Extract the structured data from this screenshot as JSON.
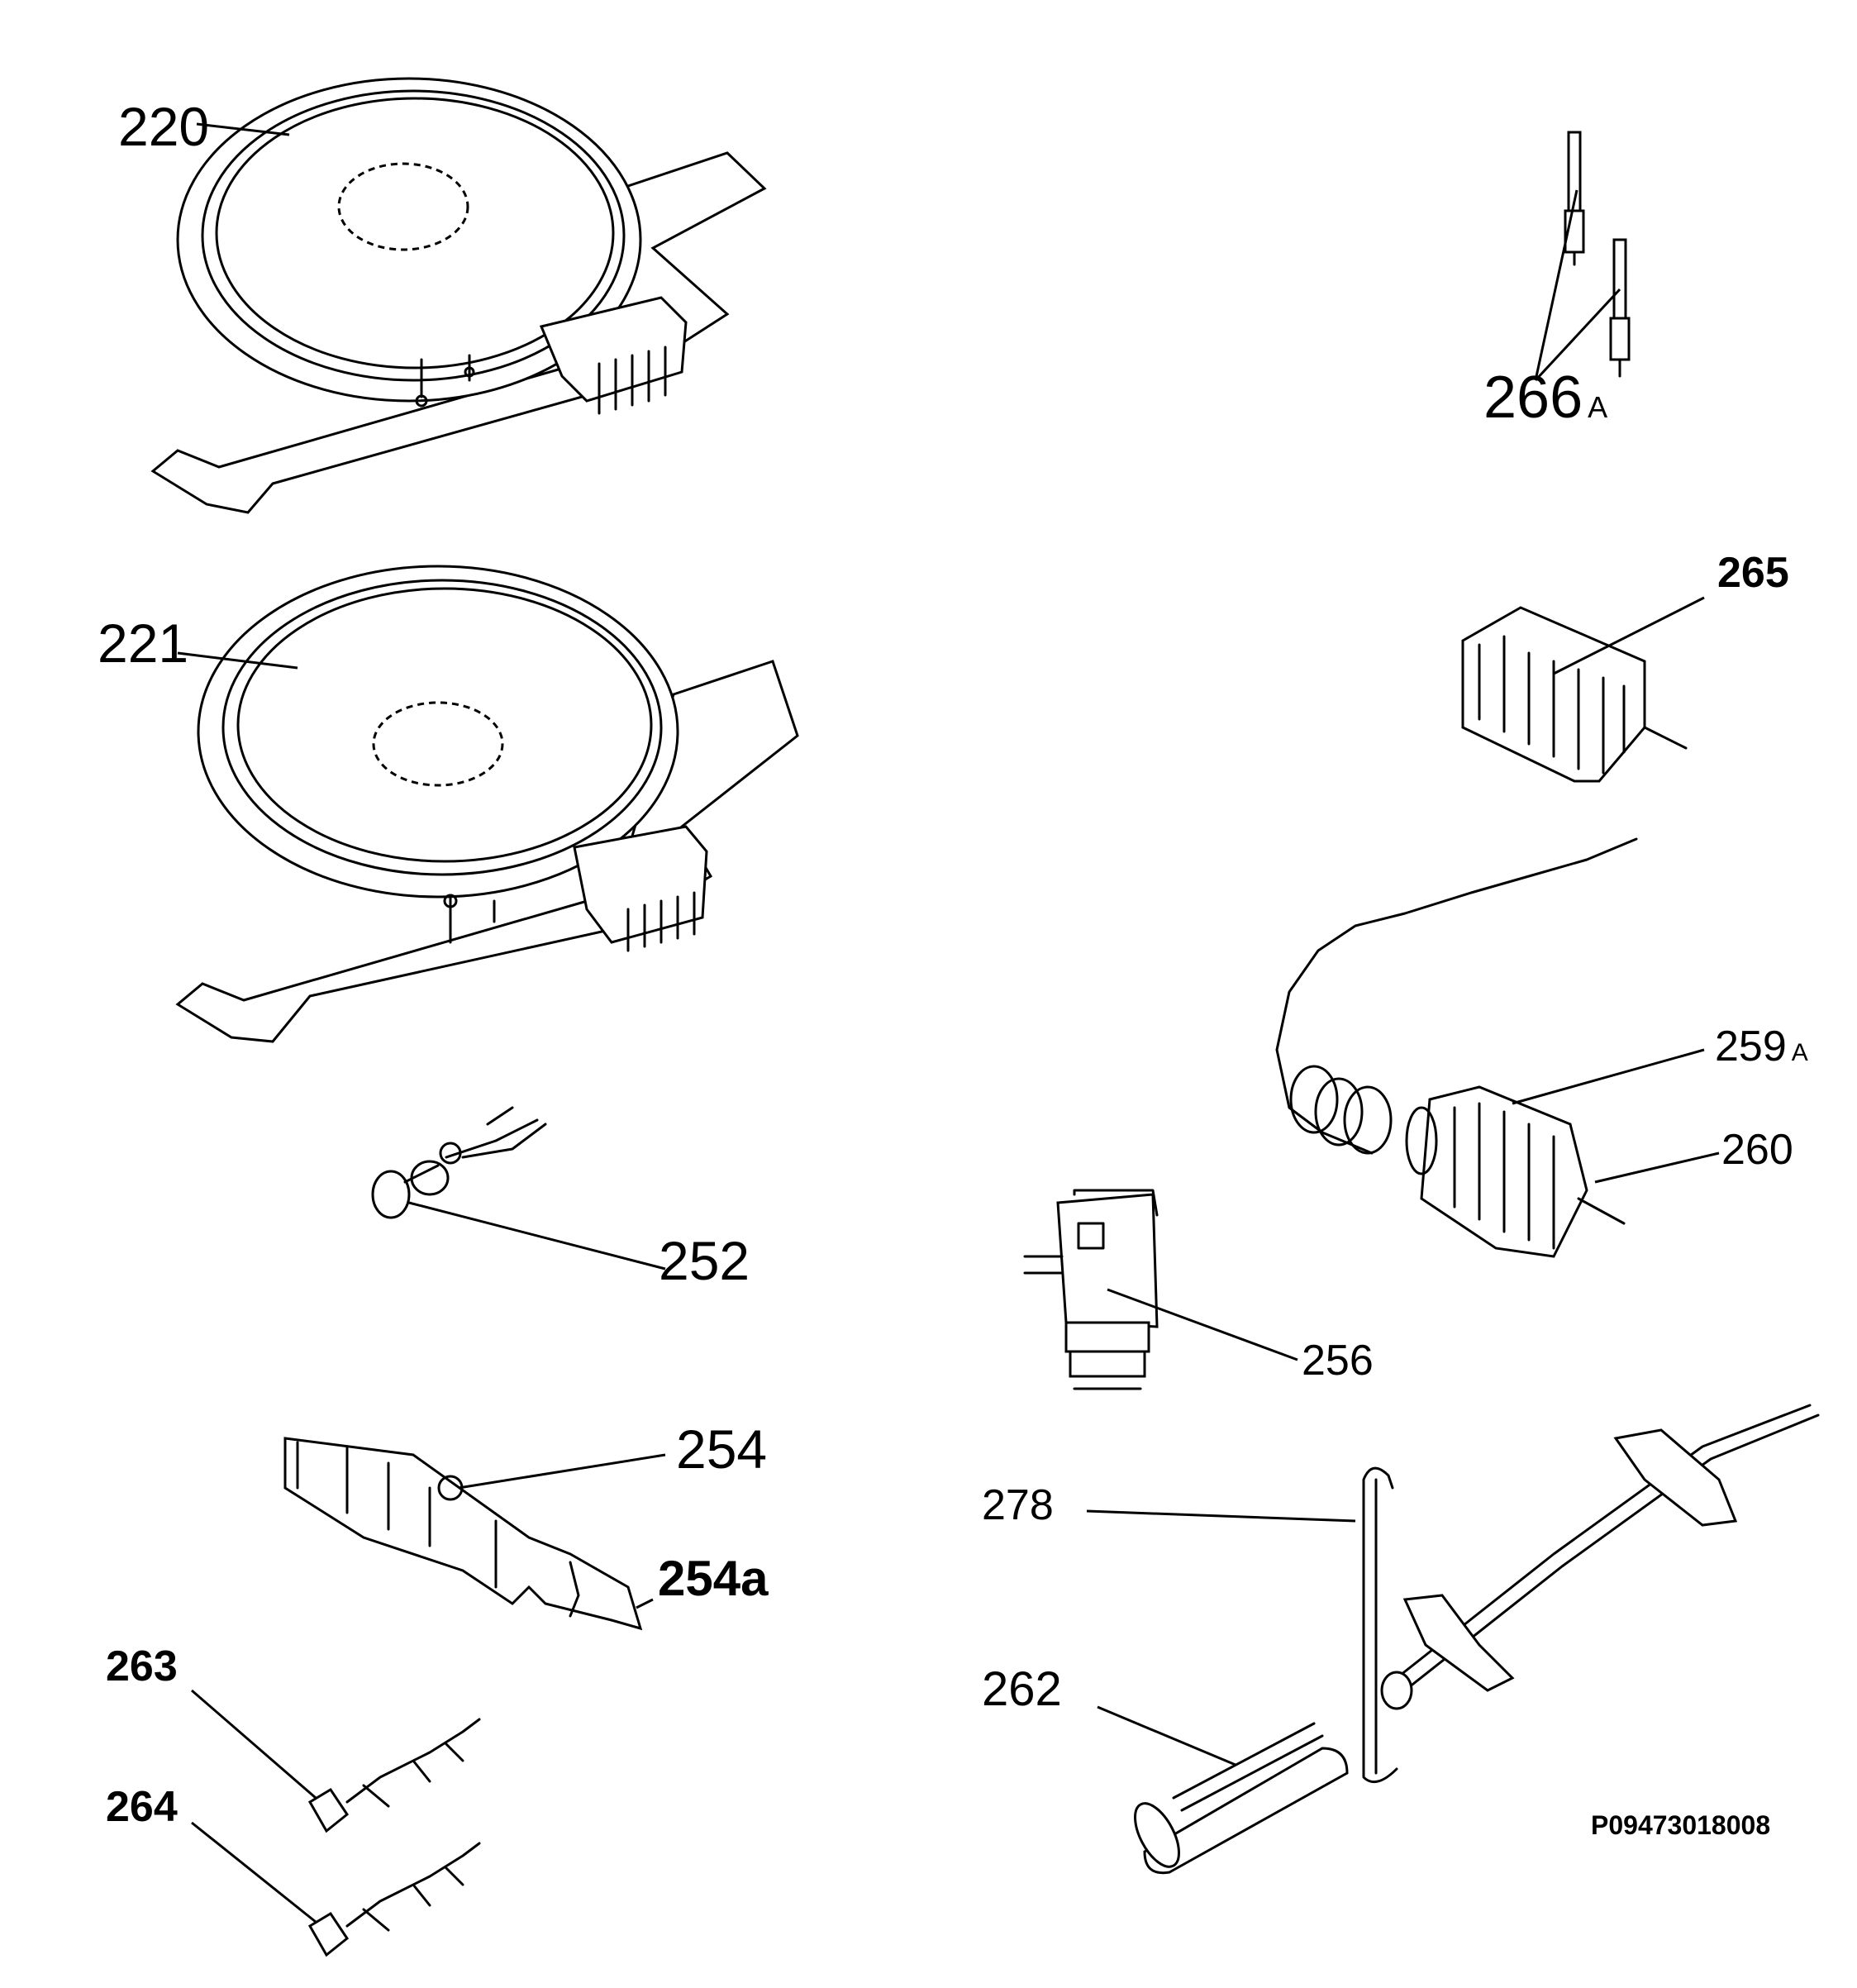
{
  "labels": {
    "p220": "220",
    "p221": "221",
    "p252": "252",
    "p254": "254",
    "p254a": "254a",
    "p263": "263",
    "p264": "264",
    "p266": "266",
    "p266_suffix": "A",
    "p265": "265",
    "p259": "259",
    "p259_suffix": "A",
    "p260": "260",
    "p256": "256",
    "p278": "278",
    "p262": "262"
  },
  "drawing_code": "P09473018008"
}
